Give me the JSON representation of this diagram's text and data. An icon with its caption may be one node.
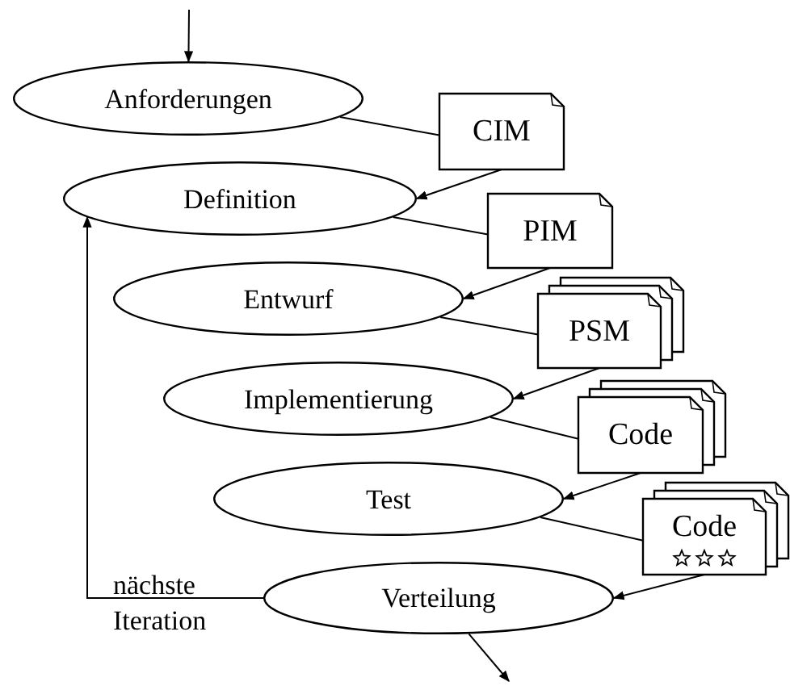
{
  "diagram": {
    "nodes": [
      {
        "text": [
          "Anforderungen"
        ]
      },
      {
        "text": [
          "CIM"
        ]
      },
      {
        "text": [
          "Definition"
        ]
      },
      {
        "text": [
          "PIM"
        ]
      },
      {
        "text": [
          "Entwurf"
        ]
      },
      {
        "text": [
          "PSM"
        ]
      },
      {
        "text": [
          "Implementierung"
        ]
      },
      {
        "text": [
          "Code"
        ]
      },
      {
        "text": [
          "Test"
        ]
      },
      {
        "text": [
          "Code"
        ]
      },
      {
        "text": [
          "Verteilung"
        ]
      }
    ],
    "edges": [
      {
        "from": null,
        "to": 0,
        "arrow": "to"
      },
      {
        "from": 0,
        "to": 1,
        "arrow": "none"
      },
      {
        "from": 1,
        "to": 2,
        "arrow": "to"
      },
      {
        "from": 2,
        "to": 3,
        "arrow": "none"
      },
      {
        "from": 3,
        "to": 4,
        "arrow": "to"
      },
      {
        "from": 4,
        "to": 5,
        "arrow": "none"
      },
      {
        "from": 5,
        "to": 6,
        "arrow": "to"
      },
      {
        "from": 6,
        "to": 7,
        "arrow": "none"
      },
      {
        "from": 7,
        "to": 8,
        "arrow": "to"
      },
      {
        "from": 8,
        "to": 9,
        "arrow": "none"
      },
      {
        "from": 9,
        "to": 10,
        "arrow": "to"
      },
      {
        "from": 10,
        "to": 2,
        "arrow": "to",
        "label": "nächste Iteration"
      },
      {
        "from": 10,
        "to": null,
        "arrow": "to"
      }
    ]
  }
}
